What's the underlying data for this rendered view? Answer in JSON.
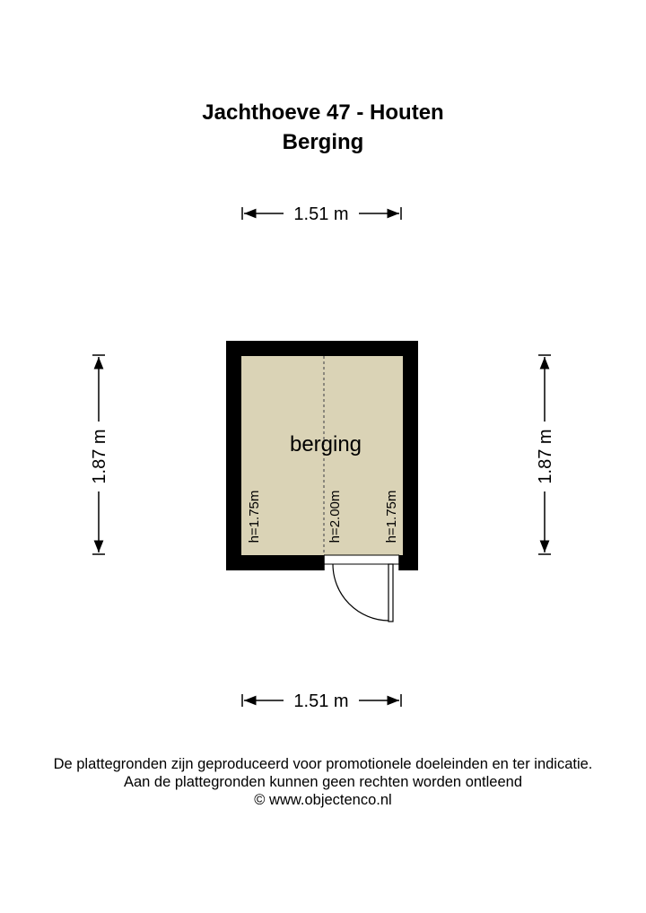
{
  "title": {
    "line1": "Jachthoeve 47 - Houten",
    "line2": "Berging"
  },
  "dimensions": {
    "top_width": "1.51 m",
    "bottom_width": "1.51 m",
    "left_height": "1.87 m",
    "right_height": "1.87 m"
  },
  "room": {
    "label": "berging",
    "fill_color": "#dad3b6",
    "wall_color": "#000000",
    "heights": {
      "left": "h=1.75m",
      "center": "h=2.00m",
      "right": "h=1.75m"
    }
  },
  "disclaimer": {
    "line1": "De plattegronden zijn geproduceerd voor promotionele doeleinden en ter indicatie.",
    "line2": "Aan de plattegronden kunnen geen rechten worden ontleend",
    "line3": "© www.objectenco.nl"
  }
}
